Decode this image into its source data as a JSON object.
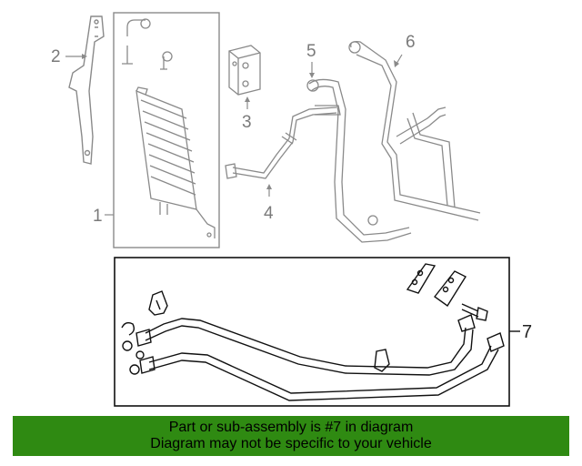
{
  "callouts": {
    "c1": "1",
    "c2": "2",
    "c3": "3",
    "c4": "4",
    "c5": "5",
    "c6": "6",
    "c7": "7"
  },
  "banner": {
    "line1": "Part or sub-assembly is #7 in diagram",
    "line2": "Diagram may not be specific to your vehicle"
  },
  "colors": {
    "banner_bg": "#2f8a12",
    "line_light": "#8a8a8a",
    "line_dark": "#111111"
  }
}
